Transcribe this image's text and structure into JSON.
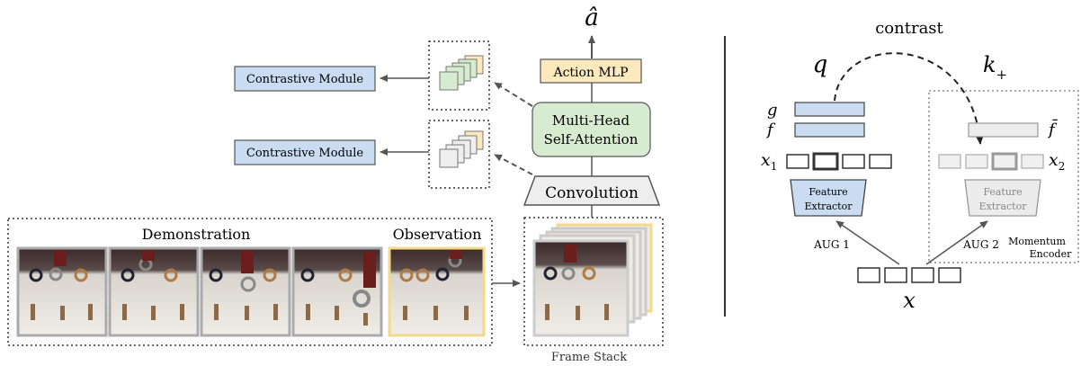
{
  "left": {
    "output_label": "â",
    "action_mlp": "Action MLP",
    "attention_line1": "Multi-Head",
    "attention_line2": "Self-Attention",
    "convolution": "Convolution",
    "contrastive_top": "Contrastive Module",
    "contrastive_bottom": "Contrastive Module",
    "demonstration_label": "Demonstration",
    "observation_label": "Observation",
    "frame_stack_label": "Frame Stack",
    "colors": {
      "contrastive_fill": "#c9dcf2",
      "attention_fill": "#d6ebcf",
      "mlp_fill": "#fbe8bd",
      "observation_border": "#f5d98a",
      "conv_fill": "#eeeeee"
    }
  },
  "right": {
    "contrast_label": "contrast",
    "q_label": "q",
    "kplus_label": "k",
    "kplus_sub": "+",
    "g_label": "g",
    "f_label": "f",
    "fbar_label": "f̄",
    "x1_label": "x",
    "x1_sub": "1",
    "x2_label": "x",
    "x2_sub": "2",
    "feature_extractor_line1": "Feature",
    "feature_extractor_line2": "Extractor",
    "aug1": "AUG 1",
    "aug2": "AUG 2",
    "momentum_line1": "Momentum",
    "momentum_line2": "Encoder",
    "x_label": "x",
    "colors": {
      "encoder_fill": "#c9dcf2",
      "momentum_fill": "#ececec",
      "divider": "#333333"
    }
  }
}
